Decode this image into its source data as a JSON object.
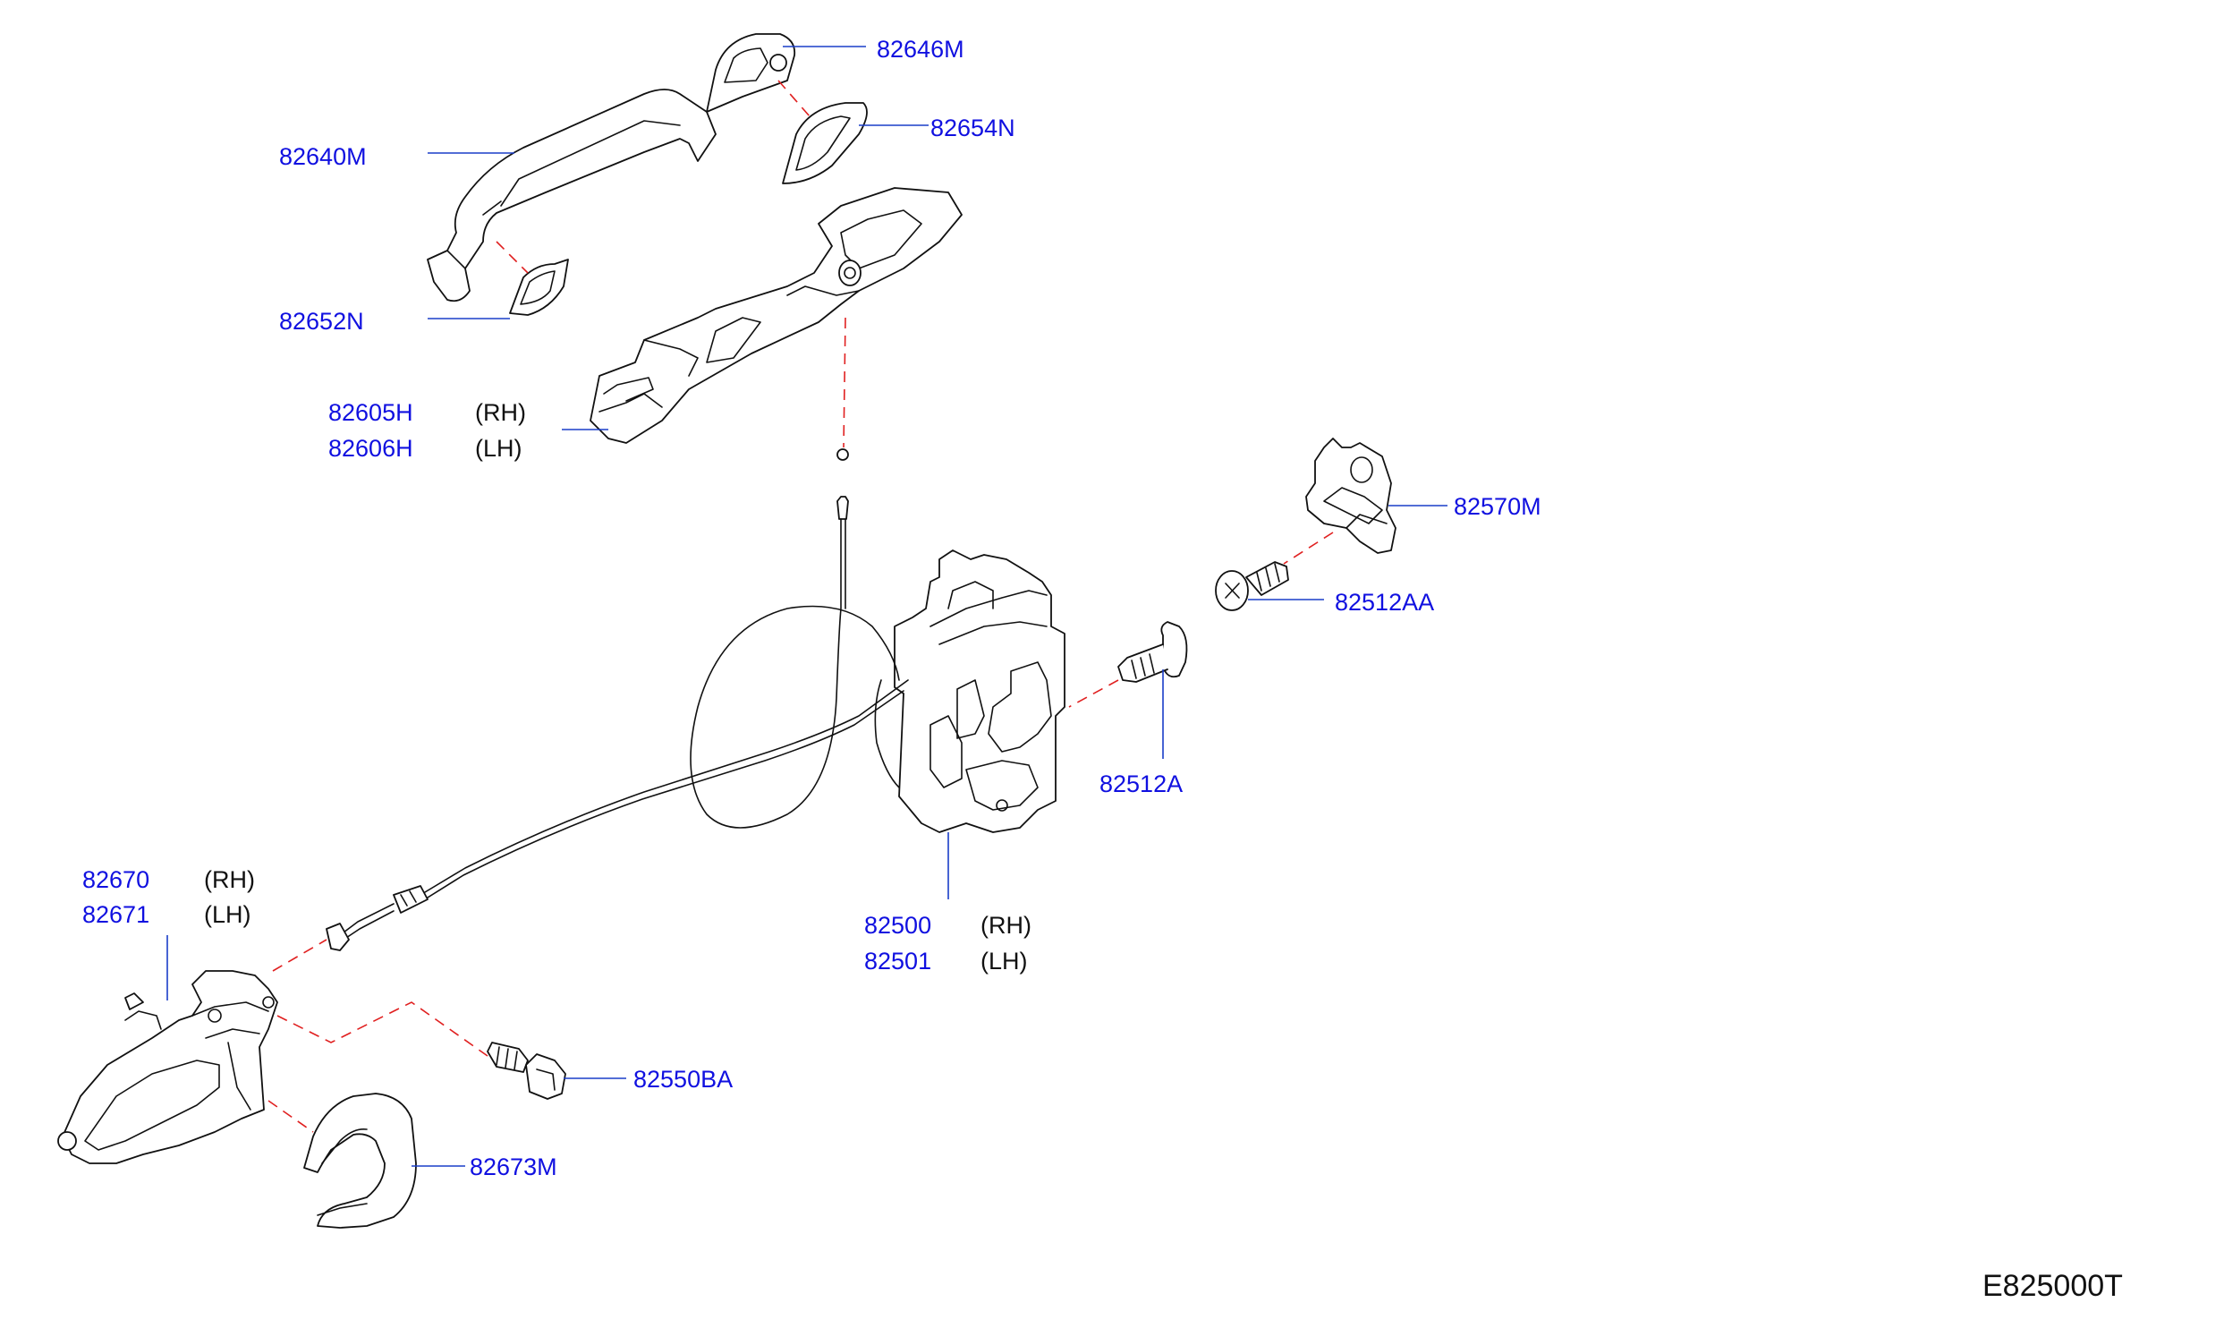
{
  "diagram_code": "E825000T",
  "labels": {
    "p82646M": "82646M",
    "p82654N": "82654N",
    "p82640M": "82640M",
    "p82652N": "82652N",
    "p82605H": "82605H",
    "p82606H": "82606H",
    "p82570M": "82570M",
    "p82512AA": "82512AA",
    "p82512A": "82512A",
    "p82670": "82670",
    "p82671": "82671",
    "p82500": "82500",
    "p82501": "82501",
    "p82550BA": "82550BA",
    "p82673M": "82673M"
  },
  "sides": {
    "rh": "(RH)",
    "lh": "(LH)"
  },
  "colors": {
    "part_number": "#1010e0",
    "leader": "#1a3ec8",
    "dashed_guide": "#e02020",
    "outline": "#111111"
  }
}
